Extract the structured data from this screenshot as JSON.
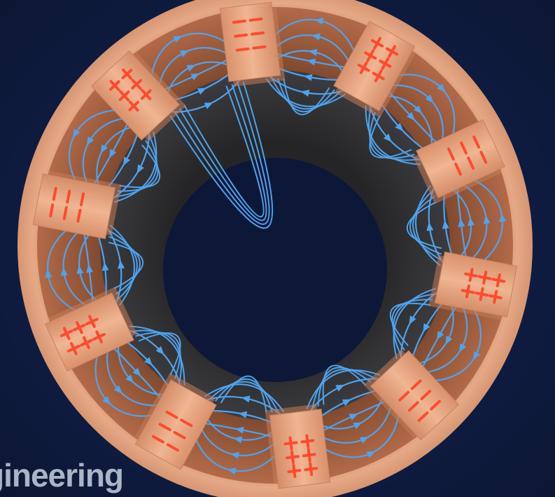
{
  "diagram": {
    "colors": {
      "background": "#0f1c3d",
      "ring_outer": "#e3a27c",
      "ring_inner": "#b36a47",
      "pole": "#e8a885",
      "pole_shade": "#c47c58",
      "charge": "#ff4a2e",
      "field_line": "#4ea3ee",
      "rotor_core": "#2d2d31"
    },
    "poles": [
      {
        "id": 1,
        "charge": "negative"
      },
      {
        "id": 2,
        "charge": "positive"
      },
      {
        "id": 3,
        "charge": "negative"
      },
      {
        "id": 4,
        "charge": "positive"
      },
      {
        "id": 5,
        "charge": "negative"
      },
      {
        "id": 6,
        "charge": "positive"
      },
      {
        "id": 7,
        "charge": "negative"
      },
      {
        "id": 8,
        "charge": "positive"
      },
      {
        "id": 9,
        "charge": "negative"
      },
      {
        "id": 10,
        "charge": "positive"
      }
    ]
  },
  "watermark": {
    "text": "gineering"
  }
}
